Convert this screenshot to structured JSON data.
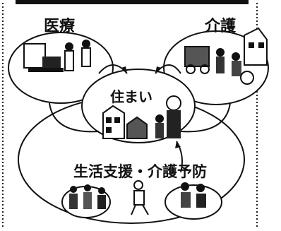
{
  "diagram": {
    "labels": {
      "medical": "医療",
      "care": "介護",
      "housing": "住まい",
      "support": "生活支援・介護予防"
    }
  }
}
